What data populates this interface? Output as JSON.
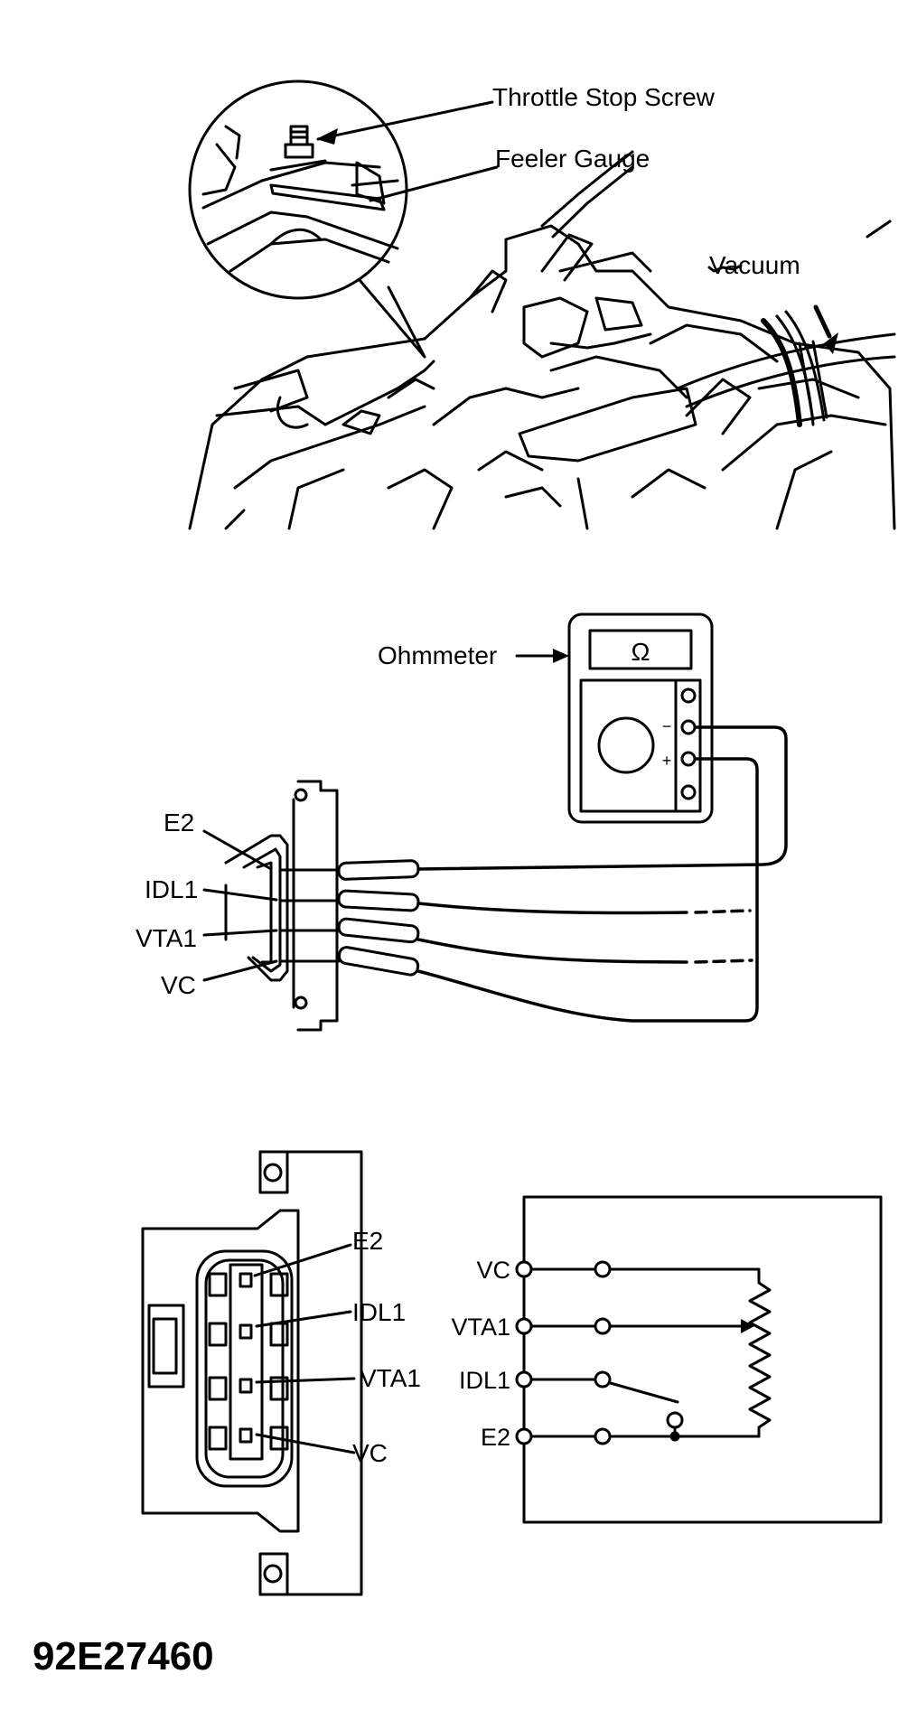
{
  "figure_id": "92E27460",
  "callouts": {
    "throttle_stop_screw": "Throttle Stop Screw",
    "feeler_gauge": "Feeler Gauge",
    "vacuum": "Vacuum"
  },
  "ohmmeter": {
    "label": "Ohmmeter",
    "display": "Ω",
    "minus": "−",
    "plus": "+"
  },
  "terminals": [
    "E2",
    "IDL1",
    "VTA1",
    "VC"
  ],
  "connector_labels": [
    "E2",
    "IDL1",
    "VTA1",
    "VC"
  ],
  "schematic_labels": [
    "VC",
    "VTA1",
    "IDL1",
    "E2"
  ]
}
